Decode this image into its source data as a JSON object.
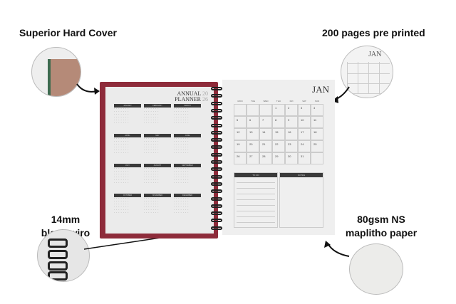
{
  "callouts": {
    "hard_cover": "Superior Hard Cover",
    "pages": "200 pages pre printed",
    "wiro": [
      "14mm",
      "black wiro"
    ],
    "paper": [
      "80gsm NS",
      "maplitho paper"
    ]
  },
  "left_page": {
    "title": [
      "ANNUAL",
      "PLANNER"
    ],
    "year_digits": [
      "20",
      "26"
    ],
    "months": [
      "JANUARY",
      "FEBRUARY",
      "MARCH",
      "APRIL",
      "MAY",
      "JUNE",
      "JULY",
      "AUGUST",
      "SEPTEMBER",
      "OCTOBER",
      "NOVEMBER",
      "DECEMBER"
    ]
  },
  "right_page": {
    "month": "JAN",
    "weekdays": [
      "MON",
      "TUE",
      "WED",
      "THU",
      "FRI",
      "SAT",
      "SUN"
    ],
    "days": [
      "",
      "",
      "",
      "1",
      "2",
      "3",
      "4",
      "5",
      "6",
      "7",
      "8",
      "9",
      "10",
      "11",
      "12",
      "13",
      "14",
      "15",
      "16",
      "17",
      "18",
      "19",
      "20",
      "21",
      "22",
      "23",
      "24",
      "25",
      "26",
      "27",
      "28",
      "29",
      "30",
      "31",
      ""
    ],
    "sections": [
      "TO DO",
      "NOTES"
    ]
  },
  "colors": {
    "cover": "#8e2b3a",
    "header_bar": "#3a3a3a"
  }
}
